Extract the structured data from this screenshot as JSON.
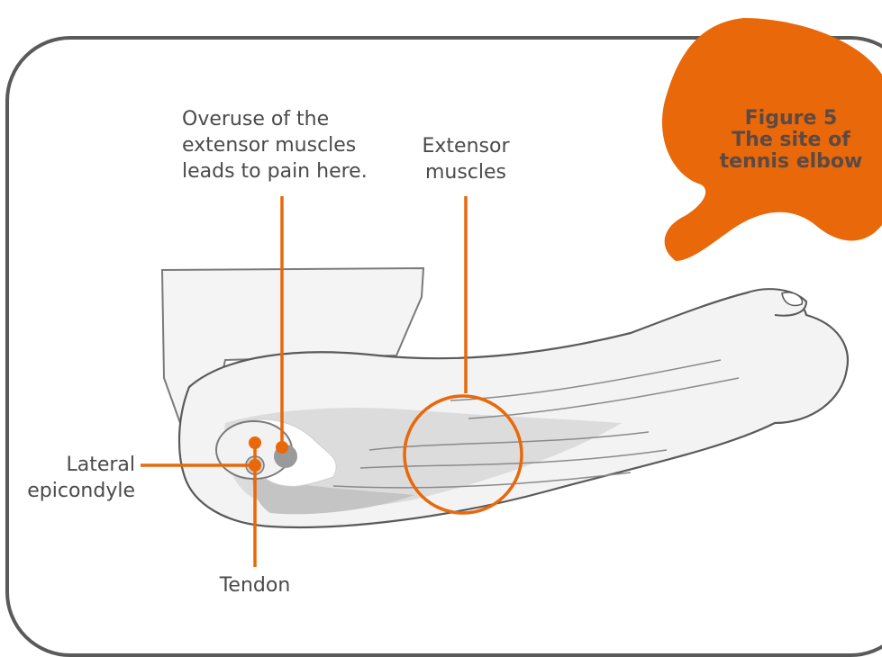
{
  "figure": {
    "number": "Figure 5",
    "title_line1": "The site of",
    "title_line2": "tennis elbow"
  },
  "labels": {
    "overuse_line1": "Overuse of the",
    "overuse_line2": "extensor muscles",
    "overuse_line3": "leads to pain here.",
    "extensor_line1": "Extensor",
    "extensor_line2": "muscles",
    "lateral_line1": "Lateral",
    "lateral_line2": "epicondyle",
    "tendon": "Tendon"
  },
  "colors": {
    "accent": "#e8680a",
    "frame": "#5a5a5a",
    "text": "#4a4a4a",
    "skin": "#f3f3f3",
    "muscle": "#dcdcdc",
    "shade": "#c4c4c4"
  }
}
